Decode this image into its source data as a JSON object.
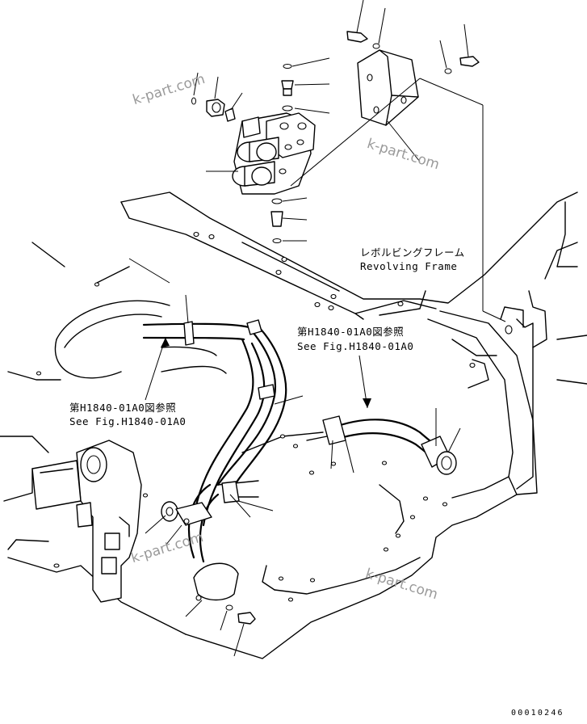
{
  "labels": {
    "revolving_frame_jp": "レボルビングフレーム",
    "revolving_frame_en": "Revolving Frame",
    "ref_right_jp": "第H1840-01A0図参照",
    "ref_right_en": "See Fig.H1840-01A0",
    "ref_left_jp": "第H1840-01A0図参照",
    "ref_left_en": "See Fig.H1840-01A0"
  },
  "watermark": {
    "text_1": "k-part.com",
    "text_2": "k-part.com",
    "text_3": "k-part.com",
    "text_4": "k-part.com"
  },
  "document_number": "00010246",
  "colors": {
    "line": "#000000",
    "background": "#ffffff",
    "watermark": "#9a9a9a"
  }
}
